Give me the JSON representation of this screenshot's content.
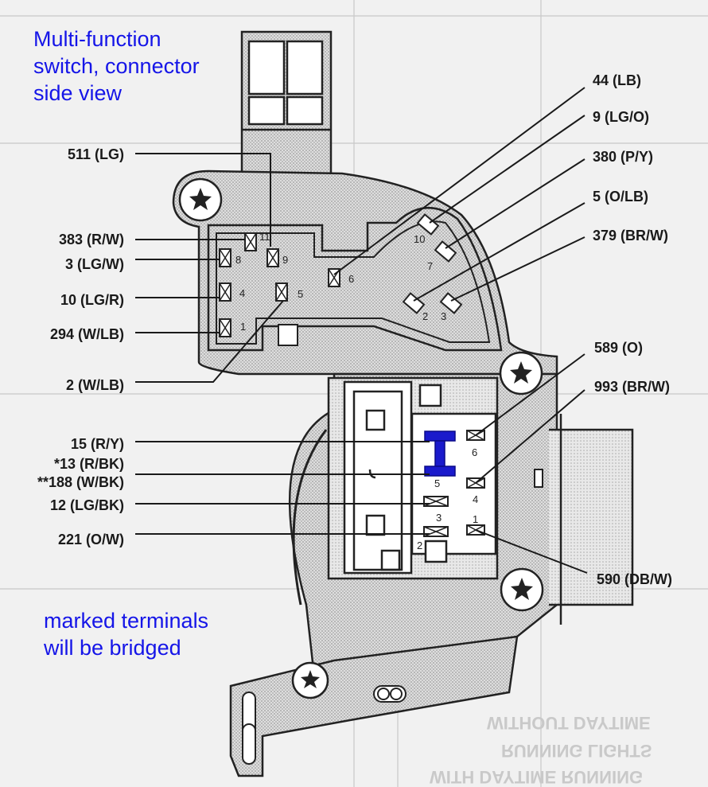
{
  "title": {
    "line1": "Multi-function",
    "line2": "switch, connector",
    "line3": "side view"
  },
  "note": {
    "line1": "marked terminals",
    "line2": "will be bridged"
  },
  "colors": {
    "annotation": "#1515e8",
    "bridge": "#1a1acc",
    "wire_lines": "#1a1a1a",
    "housing_fill": "#d4d4d4"
  },
  "left_labels": {
    "l511": "511 (LG)",
    "l383": "383 (R/W)",
    "l3": "3 (LG/W)",
    "l10": "10 (LG/R)",
    "l294": "294 (W/LB)",
    "l2": "2 (W/LB)",
    "l15": "15 (R/Y)",
    "l13": "*13 (R/BK)",
    "l188": "**188 (W/BK)",
    "l12": "12 (LG/BK)",
    "l221": "221 (O/W)"
  },
  "right_labels": {
    "r44": "44 (LB)",
    "r9": "9 (LG/O)",
    "r380": "380 (P/Y)",
    "r5": "5 (O/LB)",
    "r379": "379 (BR/W)",
    "r589": "589 (O)",
    "r993": "993 (BR/W)",
    "r590": "590 (DB/W)"
  },
  "pins": {
    "p11": "11",
    "p8": "8",
    "p9": "9",
    "p4": "4",
    "p5": "5",
    "p1": "1",
    "p6": "6",
    "p10": "10",
    "p7": "7",
    "p2": "2",
    "p3": "3",
    "c6": "6",
    "c5": "5",
    "c4": "4",
    "c3": "3",
    "c2": "2",
    "c1": "1"
  },
  "background_text": {
    "b1": "WITHOUT DAYTIME",
    "b2": "RUNNING LIGHTS",
    "b3": "WITH DAYTIME RUNNING"
  }
}
